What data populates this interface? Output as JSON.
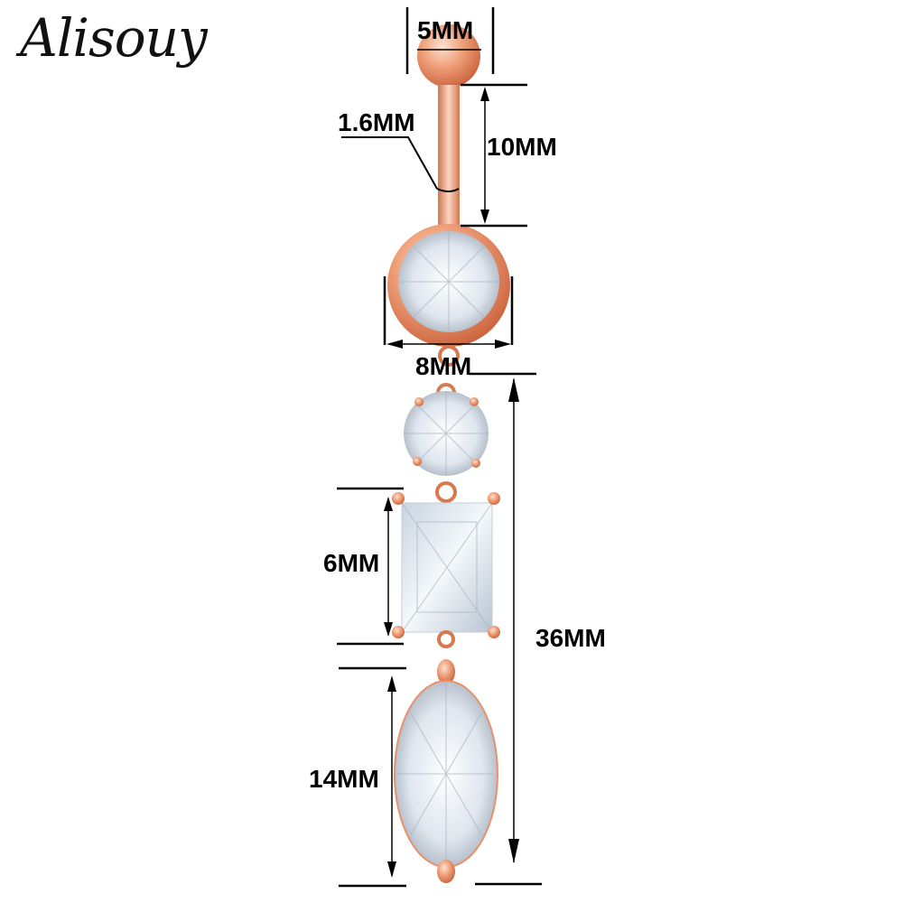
{
  "brand": {
    "name": "Alisouy"
  },
  "product": {
    "type": "belly button ring",
    "metal_color": "#e8916a",
    "stone_color": "#e6ecf2"
  },
  "dimensions": {
    "ball_diameter": "5MM",
    "bar_gauge": "1.6MM",
    "bar_length": "10MM",
    "bezel_stone_width": "8MM",
    "rectangle_stone_height": "6MM",
    "total_dangle_length": "36MM",
    "oval_stone_height": "14MM"
  }
}
